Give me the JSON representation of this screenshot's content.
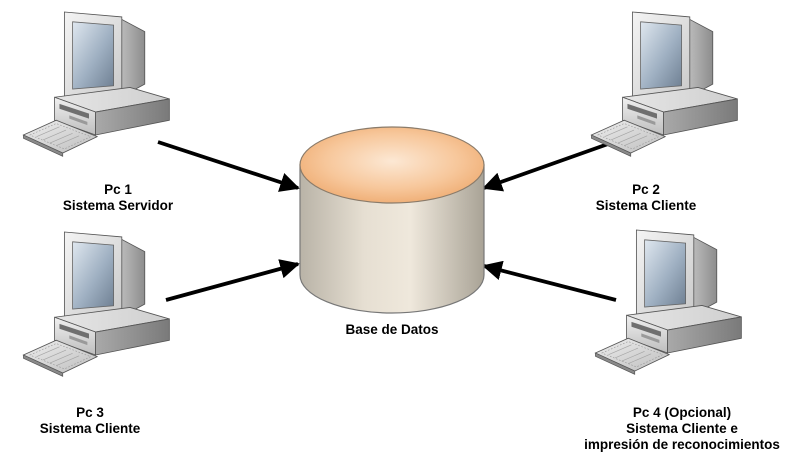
{
  "database": {
    "label": "Base de Datos",
    "icon": "database-cylinder-icon"
  },
  "nodes": [
    {
      "id": "pc1",
      "title": "Pc 1",
      "subtitle": "Sistema Servidor",
      "icon": "desktop-computer-icon"
    },
    {
      "id": "pc2",
      "title": "Pc 2",
      "subtitle": "Sistema Cliente",
      "icon": "desktop-computer-icon"
    },
    {
      "id": "pc3",
      "title": "Pc 3",
      "subtitle": "Sistema Cliente",
      "icon": "desktop-computer-icon"
    },
    {
      "id": "pc4",
      "title": "Pc 4 (Opcional)",
      "subtitle": "Sistema Cliente e",
      "subtitle2": "impresión de reconocimientos",
      "icon": "desktop-computer-icon"
    }
  ],
  "connections": [
    {
      "from": "pc1",
      "to": "database"
    },
    {
      "from": "pc2",
      "to": "database"
    },
    {
      "from": "pc3",
      "to": "database"
    },
    {
      "from": "pc4",
      "to": "database"
    }
  ]
}
